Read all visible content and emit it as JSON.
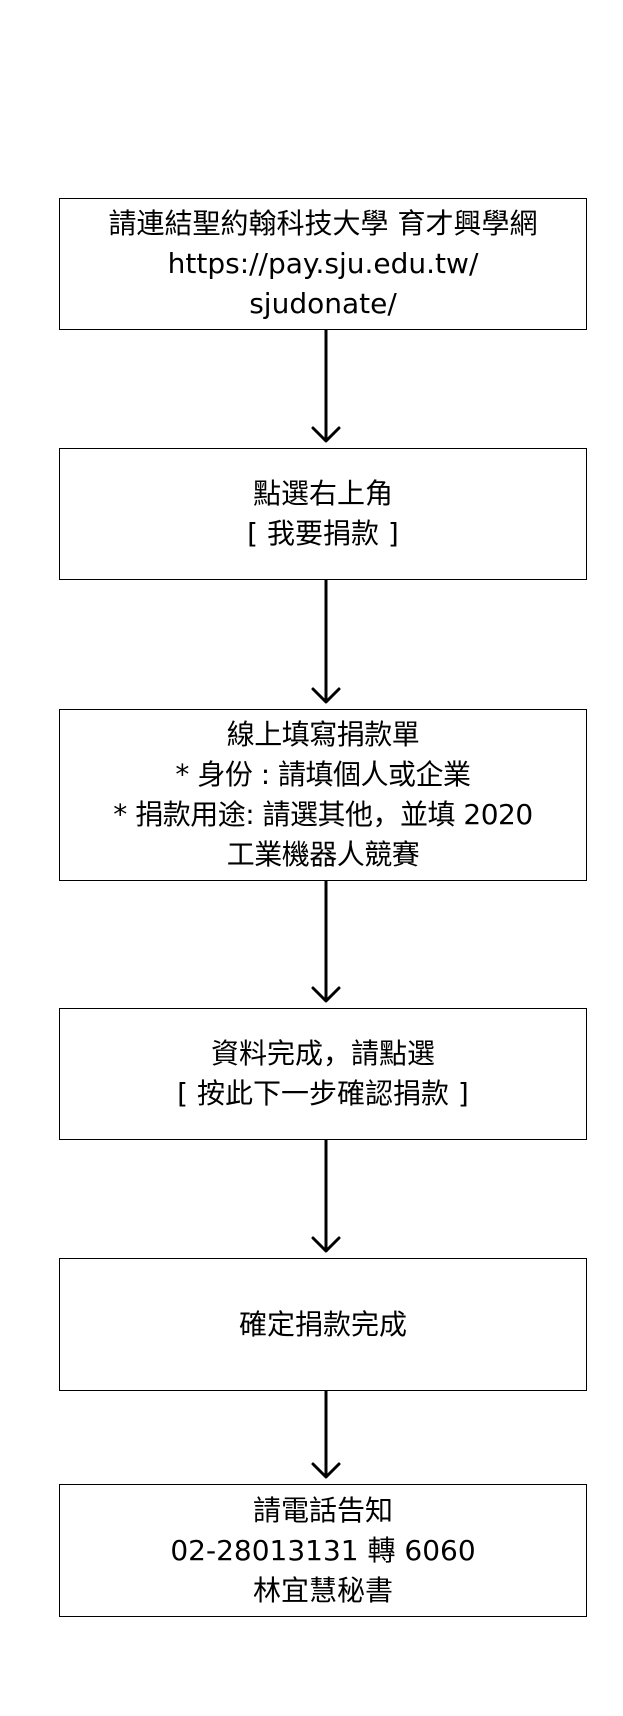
{
  "colors": {
    "stroke": "#000000",
    "background": "#ffffff"
  },
  "steps": [
    {
      "lines": [
        "請連結聖約翰科技大學  育才興學網",
        "https://pay.sju.edu.tw/",
        "sjudonate/"
      ]
    },
    {
      "lines": [
        "點選右上角",
        "[ 我要捐款 ]"
      ]
    },
    {
      "lines": [
        "線上填寫捐款單",
        "*  身份 : 請填個人或企業",
        "* 捐款用途:  請選其他，並填 2020",
        "工業機器人競賽"
      ]
    },
    {
      "lines": [
        "資料完成，請點選",
        "[ 按此下一步確認捐款 ]"
      ]
    },
    {
      "lines": [
        "確定捐款完成"
      ]
    },
    {
      "lines": [
        "請電話告知",
        "02-28013131  轉 6060",
        "林宜慧秘書"
      ]
    }
  ]
}
